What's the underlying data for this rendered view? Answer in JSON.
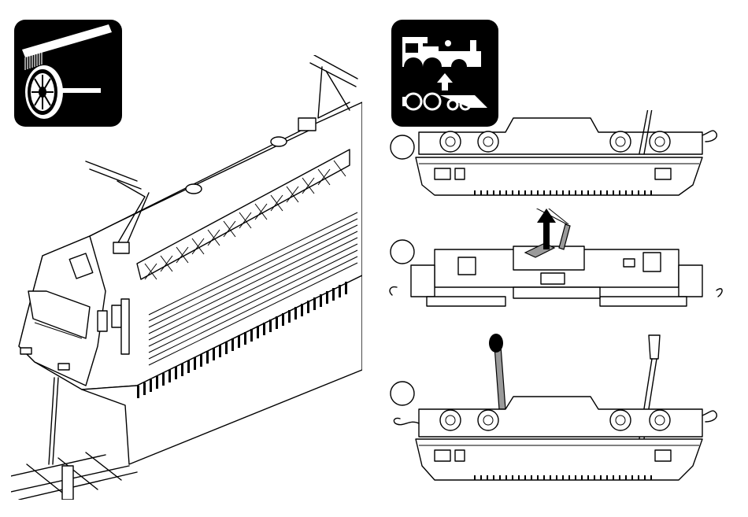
{
  "figure": {
    "icons": {
      "cleaning": "wheel-cleaning-brush-icon",
      "servicing": "locomotive-body-removal-icon"
    },
    "steps": [
      {
        "marker": "",
        "action": "unscrew-body-screws"
      },
      {
        "marker": "",
        "action": "lift-off-cover-and-wire"
      },
      {
        "marker": "",
        "action": "lubricate-gear-points"
      }
    ],
    "colors": {
      "ink": "#000000",
      "paper": "#ffffff",
      "tool_shaft": "#9a9a9a"
    }
  }
}
